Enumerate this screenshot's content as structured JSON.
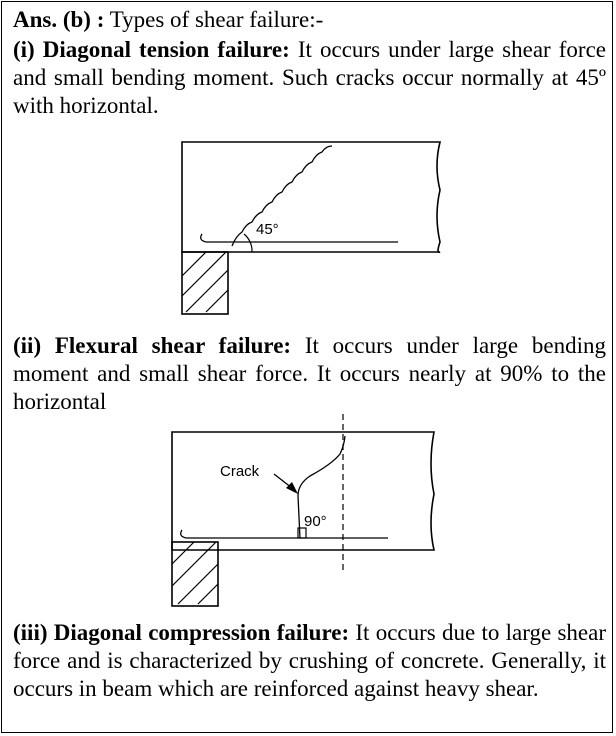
{
  "answer": {
    "prefix": "Ans. (b) :",
    "title": " Types of shear failure:-"
  },
  "sections": [
    {
      "heading": "(i) Diagonal tension failure:",
      "body": " It occurs under large shear force and small bending moment. Such cracks occur normally at 45º with horizontal."
    },
    {
      "heading": "(ii) Flexural shear failure:",
      "body": " It occurs under large bending moment and small shear force. It occurs nearly at 90% to the horizontal"
    },
    {
      "heading": "(iii) Diagonal compression failure:",
      "body": " It occurs due to large shear force and is characterized by crushing of concrete. Generally, it occurs in beam which are reinforced against heavy shear."
    }
  ],
  "figures": {
    "fig1": {
      "angle_label": "45°"
    },
    "fig2": {
      "crack_label": "Crack",
      "angle_label": "90°"
    }
  }
}
